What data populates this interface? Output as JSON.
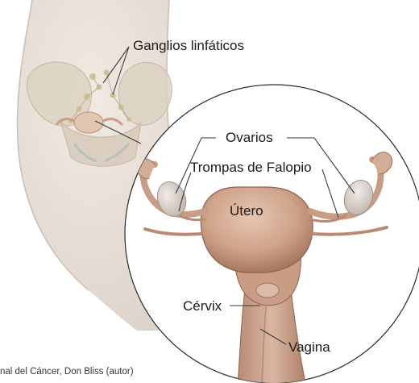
{
  "labels": {
    "lymph_nodes": "Ganglios linfáticos",
    "ovaries": "Ovarios",
    "fallopian_tubes": "Trompas de Falopio",
    "uterus": "Útero",
    "cervix": "Cérvix",
    "vagina": "Vagina"
  },
  "credit": "nal del Cáncer, Don Bliss (autor)",
  "colors": {
    "skin": "#e7ded6",
    "tissue": "#c9a087",
    "tissue_dark": "#9c6e58",
    "ovary": "#dcd6d0",
    "line": "#3a3a3a"
  }
}
